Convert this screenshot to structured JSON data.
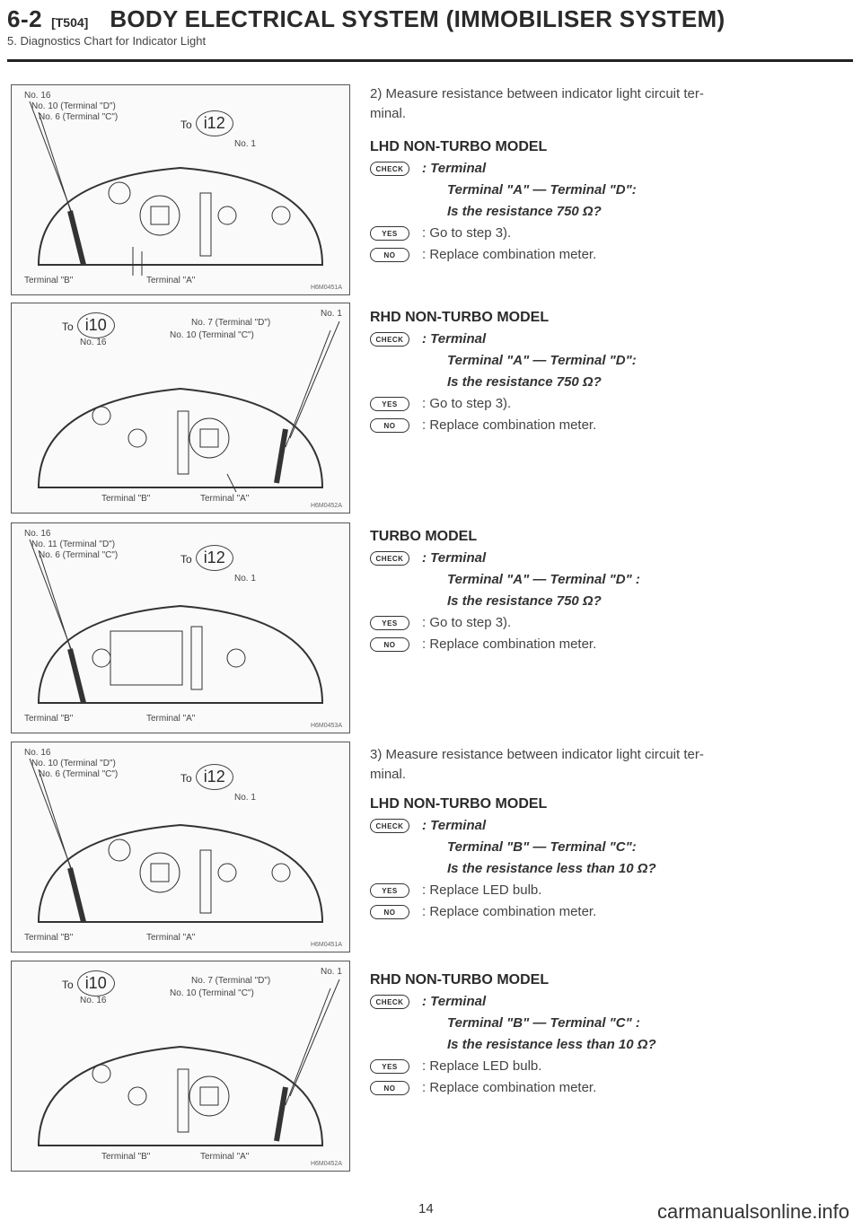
{
  "header": {
    "section_number": "6-2",
    "section_code": "[T504]",
    "title": "BODY ELECTRICAL SYSTEM (IMMOBILISER SYSTEM)",
    "subtitle": "5. Diagnostics Chart for Indicator Light"
  },
  "figures": [
    {
      "labels": [
        "No. 16",
        "No. 10 (Terminal \"D\")",
        "No. 6 (Terminal \"C\")",
        "No. 1",
        "Terminal \"B\"",
        "Terminal \"A\""
      ],
      "to": "To",
      "connector": "i12",
      "code": "H6M0451A"
    },
    {
      "labels": [
        "No. 1",
        "No. 7 (Terminal \"D\")",
        "No. 10 (Terminal \"C\")",
        "No. 16",
        "Terminal \"B\"",
        "Terminal \"A\""
      ],
      "to": "To",
      "connector": "i10",
      "code": "H6M0452A"
    },
    {
      "labels": [
        "No. 16",
        "No. 11 (Terminal \"D\")",
        "No. 6 (Terminal \"C\")",
        "No. 1",
        "Terminal \"B\"",
        "Terminal \"A\""
      ],
      "to": "To",
      "connector": "i12",
      "code": "H6M0453A"
    },
    {
      "labels": [
        "No. 16",
        "No. 10 (Terminal \"D\")",
        "No. 6 (Terminal \"C\")",
        "No. 1",
        "Terminal \"B\"",
        "Terminal \"A\""
      ],
      "to": "To",
      "connector": "i12",
      "code": "H6M0451A"
    },
    {
      "labels": [
        "No. 1",
        "No. 7 (Terminal \"D\")",
        "No. 10 (Terminal \"C\")",
        "No. 16",
        "Terminal \"B\"",
        "Terminal \"A\""
      ],
      "to": "To",
      "connector": "i10",
      "code": "H6M0452A"
    }
  ],
  "badges": {
    "check": "CHECK",
    "yes": "YES",
    "no": "NO"
  },
  "steps": [
    {
      "intro": "2) Measure resistance between indicator light circuit ter-",
      "intro2": "minal."
    },
    {
      "intro": "3) Measure resistance between indicator light circuit ter-",
      "intro2": "minal."
    }
  ],
  "blocks": [
    {
      "model": "LHD NON-TURBO MODEL",
      "check": ": Terminal",
      "line1": "Terminal \"A\" — Terminal \"D\":",
      "line2": "Is the resistance 750 Ω?",
      "yes": ": Go to step 3).",
      "no": ": Replace combination meter."
    },
    {
      "model": "RHD NON-TURBO MODEL",
      "check": ": Terminal",
      "line1": "Terminal \"A\" — Terminal \"D\":",
      "line2": "Is the resistance 750 Ω?",
      "yes": ": Go to step 3).",
      "no": ": Replace combination meter."
    },
    {
      "model": "TURBO MODEL",
      "check": ": Terminal",
      "line1": "Terminal \"A\" — Terminal \"D\" :",
      "line2": "Is the resistance 750 Ω?",
      "yes": ": Go to step 3).",
      "no": ": Replace combination meter."
    },
    {
      "model": "LHD NON-TURBO MODEL",
      "check": ": Terminal",
      "line1": "Terminal \"B\" — Terminal \"C\":",
      "line2": "Is the resistance less than 10 Ω?",
      "yes": ": Replace LED bulb.",
      "no": ": Replace combination meter."
    },
    {
      "model": "RHD NON-TURBO MODEL",
      "check": ": Terminal",
      "line1": "Terminal \"B\" — Terminal \"C\" :",
      "line2": "Is the resistance less than 10 Ω?",
      "yes": ": Replace LED bulb.",
      "no": ": Replace combination meter."
    }
  ],
  "page_number": "14",
  "watermark": "carmanualsonline.info"
}
